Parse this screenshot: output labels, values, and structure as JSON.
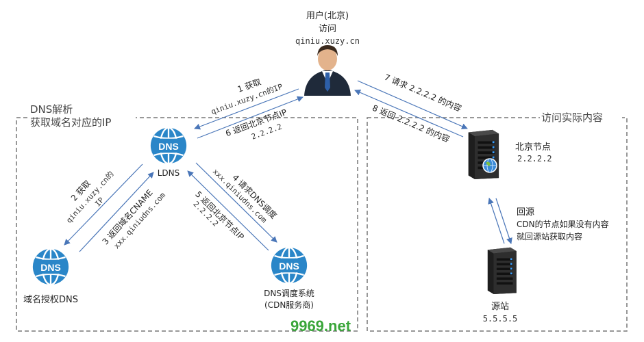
{
  "sections": {
    "dns_resolve_title": "DNS解析",
    "dns_resolve_sub": "获取域名对应的IP",
    "access_title": "访问实际内容"
  },
  "user": {
    "line1": "用户(北京)",
    "line2": "访问",
    "domain": "qiniu.xuzy.cn"
  },
  "nodes": {
    "ldns": "LDNS",
    "auth_dns": "域名授权DNS",
    "cdn_dns_line1": "DNS调度系统",
    "cdn_dns_line2": "(CDN服务商)",
    "bj_node_name": "北京节点",
    "bj_node_ip": "2.2.2.2",
    "origin_name": "源站",
    "origin_ip": "5.5.5.5",
    "dns_icon_text": "DNS"
  },
  "steps": {
    "s1_a": "1 获取",
    "s1_b": "qiniu.xuzy.cn的IP",
    "s6_a": "6 返回北京节点IP",
    "s6_b": "2.2.2.2",
    "s7": "7 请求 2.2.2.2 的内容",
    "s8": "8 返回 2.2.2.2 的内容",
    "s2_a": "2 获取",
    "s2_b": "qiniu.xuzy.cn的",
    "s2_c": "IP",
    "s3_a": "3 返回域名CNAME",
    "s3_b": "xxx.qiniudns.com",
    "s4_a": "4 请求DNS调度",
    "s4_b": "xxx.qiniudns.com",
    "s5_a": "5 返回北京节点IP",
    "s5_b": "2.2.2.2"
  },
  "origin_note": {
    "line1": "回源",
    "line2": "CDN的节点如果没有内容",
    "line3": "就回源站获取内容"
  },
  "watermark": "9969.net",
  "colors": {
    "arrow": "#4a76b8",
    "dns_icon": "#2a86c8",
    "dashed_border": "#777777",
    "server_dark": "#2b2b2b",
    "watermark": "#3aa63a"
  }
}
